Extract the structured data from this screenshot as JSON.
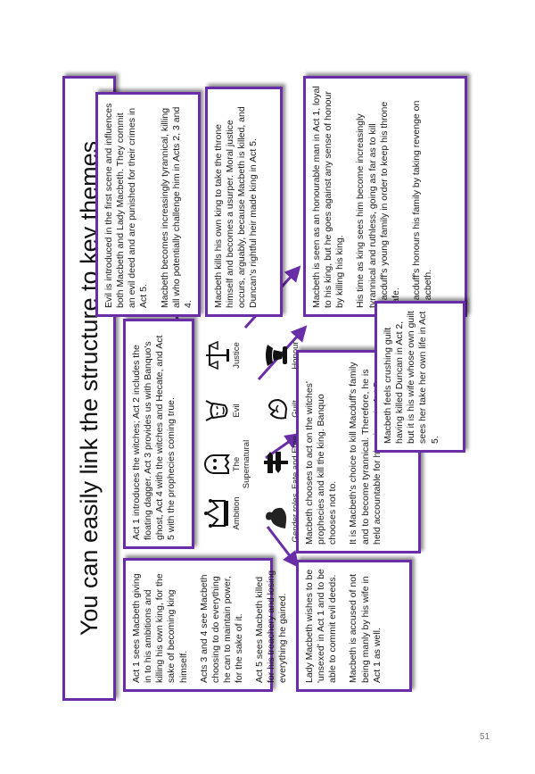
{
  "title": "You can easily link the structure to key themes",
  "page_number": "51",
  "colors": {
    "accent": "#6a2da8"
  },
  "themes": [
    {
      "label": "Ambition",
      "icon": "crown-icon"
    },
    {
      "label": "The Supernatural",
      "icon": "ghost-icon"
    },
    {
      "label": "Evil",
      "icon": "devil-mask-icon"
    },
    {
      "label": "Justice",
      "icon": "scales-icon"
    },
    {
      "label": "Gender roles",
      "icon": "muscle-arm-icon"
    },
    {
      "label": "Fate and Free Will",
      "icon": "signpost-icon"
    },
    {
      "label": "Guilt",
      "icon": "hands-icon"
    },
    {
      "label": "Honour",
      "icon": "pedestal-icon"
    }
  ],
  "boxes": {
    "ambition": [
      "Act 1 sees Macbeth giving in to his ambitions and killing his own king, for the sake of becoming king himself.",
      "Acts 3 and 4 see Macbeth choosing to do everything he can to maintain power, for the sake of it.",
      "Act 5 sees Macbeth killed for his treachery and losing everything he gained."
    ],
    "supernatural": [
      "Act 1 introduces the witches; Act 2 includes the floating dagger. Act 3 provides us with Banquo's ghost, Act 4 with the witches and Hecate, and Act 5 with the prophecies coming true."
    ],
    "evil": [
      "Evil is introduced in the first scene and influences both Macbeth and Lady Macbeth. They commit an evil deed and are punished for their crimes in Act 5.",
      "Macbeth becomes increasingly tyrannical, killing all who potentially challenge him in Acts 2, 3 and 4."
    ],
    "justice": [
      "Macbeth kills his own king to take the throne himself and becomes a usurper. Moral justice occurs, arguably, because Macbeth is killed, and Duncan's rightful heir made king in Act 5."
    ],
    "honour": [
      "Macbeth is seen as an honourable man in Act 1, loyal to his king, but he goes against any sense of honour by killing his king.",
      "His time as king sees him become increasingly tyrannical and ruthless, going as far as to kill Macduff's young family in order to keep his throne safe.",
      "Macduff's honours his family by taking revenge on Macbeth."
    ],
    "gender": [
      "Lady Macbeth wishes to be 'unsexed' in Act 1 and to be able to commit evil deeds.",
      "Macbeth is accused of not being manly by his wife in Act 1 as well."
    ],
    "fate": [
      "Macbeth chooses to act on the witches' prophecies and kill the king. Banquo chooses not to.",
      "It is Macbeth's choice to kill Macduff's family and to become tyrannical. Therefore, he is held accountable for his crimes in Act 5."
    ],
    "guilt": [
      "Macbeth feels crushing guilt having killed Duncan in Act 2, but it is his wife whose own guilt sees her take her own life in Act 5."
    ]
  }
}
